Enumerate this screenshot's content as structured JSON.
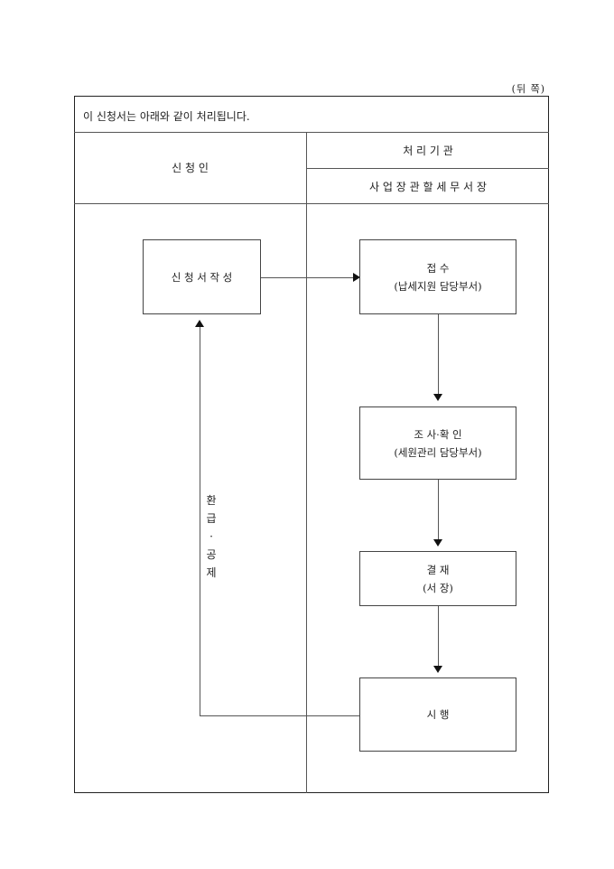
{
  "page_label": "(뒤  쪽)",
  "intro": "이 신청서는 아래와 같이 처리됩니다.",
  "header": {
    "applicant": "신 청 인",
    "agency": "처 리 기 관",
    "agency_sub": "사 업 장 관 할 세 무 서 장"
  },
  "flow": {
    "write": "신 청 서 작 성",
    "receive": {
      "title": "접 수",
      "sub": "(납세지원 담당부서)"
    },
    "review": {
      "title": "조 사·확 인",
      "sub": "(세원관리 담당부서)"
    },
    "approve": {
      "title": "결 재",
      "sub": "(서 장)"
    },
    "execute": "시 행",
    "return_label": [
      "환",
      "급",
      "·",
      "공",
      "제"
    ]
  }
}
